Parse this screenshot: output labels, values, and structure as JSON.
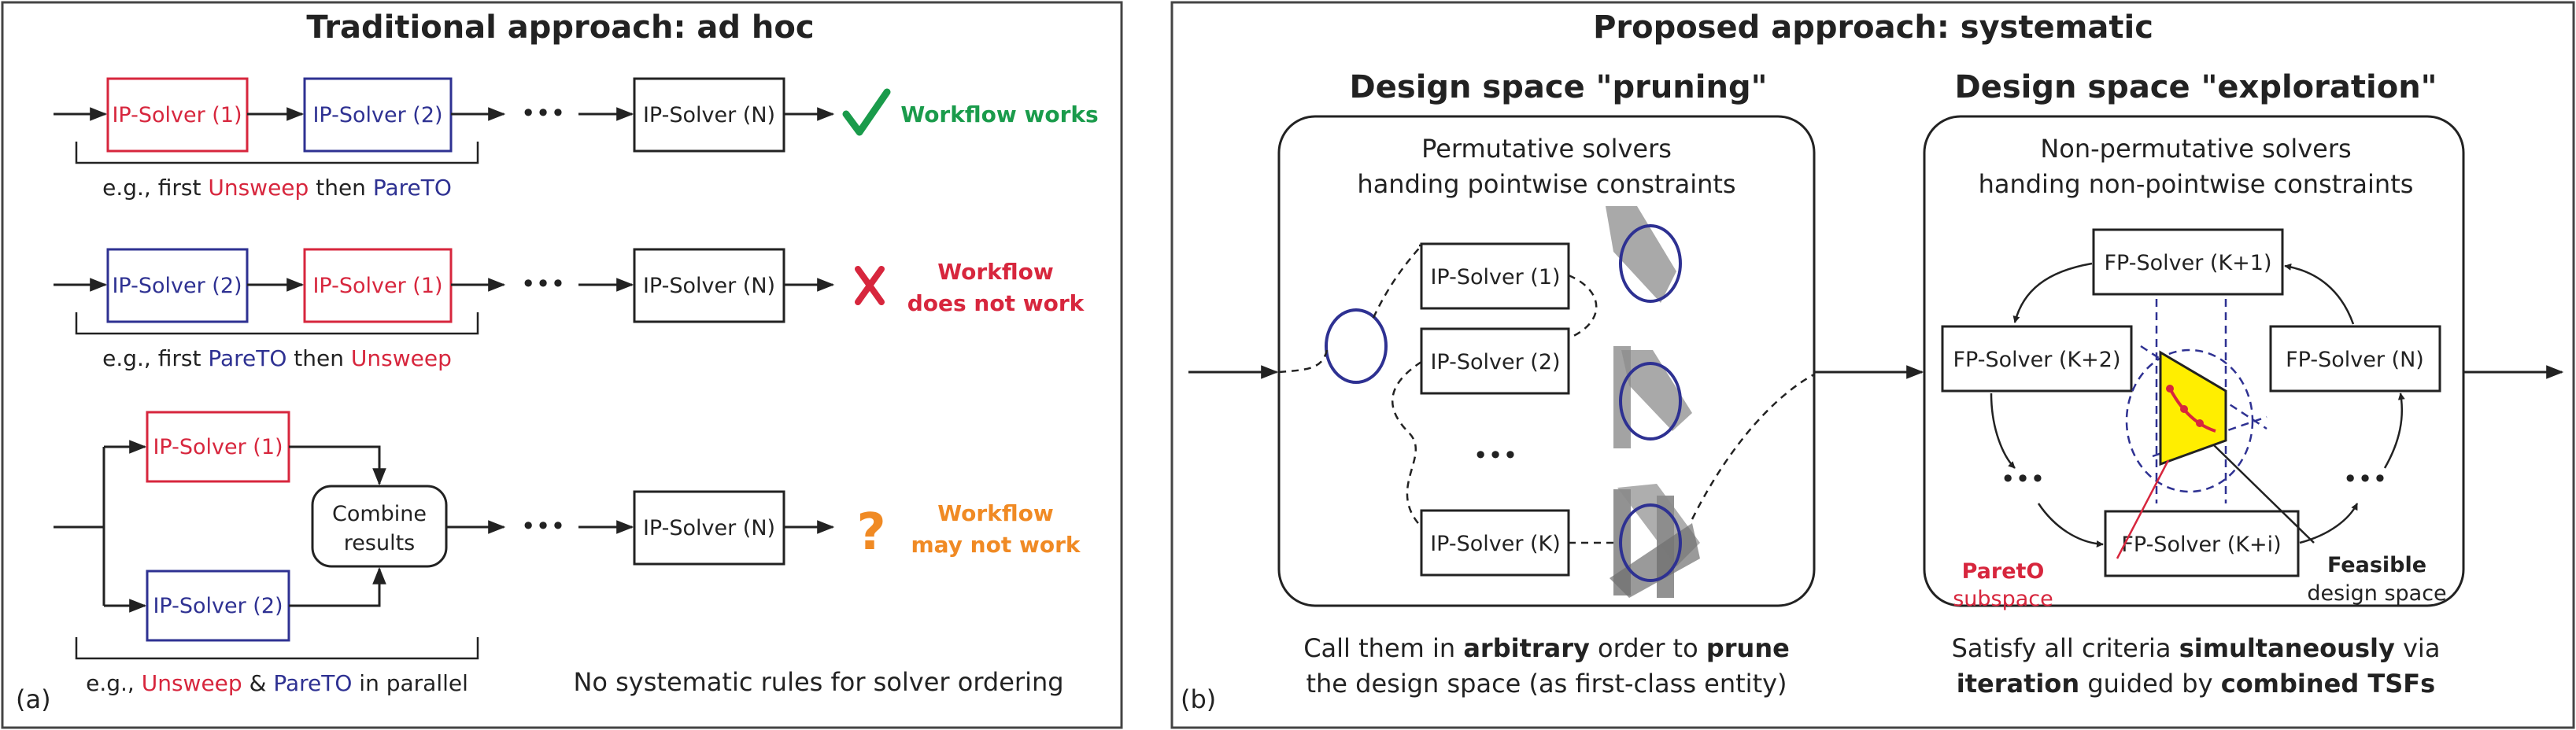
{
  "colors": {
    "red": "#d7263d",
    "blue": "#2e3192",
    "green": "#1a9b4b",
    "orange": "#f08a24",
    "yellow": "#ffee00",
    "gray": "#9a9a9a"
  },
  "left_panel": {
    "title": "Traditional approach: ad hoc",
    "panel_label": "(a)",
    "row1": {
      "box1": "IP-Solver (1)",
      "box2": "IP-Solver (2)",
      "boxN": "IP-Solver (N)",
      "ellipsis": "•••",
      "result": "Workflow works",
      "note_prefix": "e.g., first ",
      "note_a": "Unsweep",
      "note_mid": " then ",
      "note_b": "PareTO"
    },
    "row2": {
      "box1": "IP-Solver (2)",
      "box2": "IP-Solver (1)",
      "boxN": "IP-Solver (N)",
      "ellipsis": "•••",
      "result_line1": "Workflow",
      "result_line2": "does not work",
      "note_prefix": "e.g., first ",
      "note_a": "PareTO",
      "note_mid": " then ",
      "note_b": "Unsweep"
    },
    "row3": {
      "box1": "IP-Solver (1)",
      "box2": "IP-Solver (2)",
      "combine_line1": "Combine",
      "combine_line2": "results",
      "boxN": "IP-Solver (N)",
      "ellipsis": "•••",
      "result_line1": "Workflow",
      "result_line2": "may not work",
      "note_prefix": "e.g., ",
      "note_a": "Unsweep",
      "note_mid": " & ",
      "note_b": "PareTO",
      "note_suffix": " in parallel"
    },
    "footer": "No systematic rules for solver ordering"
  },
  "right_panel": {
    "title": "Proposed approach: systematic",
    "panel_label": "(b)",
    "pruning": {
      "heading": "Design space \"pruning\"",
      "desc_line1": "Permutative solvers",
      "desc_line2": "handing pointwise constraints",
      "solvers": [
        "IP-Solver (1)",
        "IP-Solver (2)",
        "IP-Solver (K)"
      ],
      "ellipsis": "•••",
      "caption_line1_pre": "Call them in ",
      "caption_line1_b1": "arbitrary",
      "caption_line1_mid": " order to ",
      "caption_line1_b2": "prune",
      "caption_line2": "the design space (as first-class entity)"
    },
    "exploration": {
      "heading": "Design space \"exploration\"",
      "desc_line1": "Non-permutative solvers",
      "desc_line2": "handing non-pointwise constraints",
      "solvers": [
        "FP-Solver (K+1)",
        "FP-Solver (K+2)",
        "FP-Solver (N)",
        "FP-Solver (K+i)"
      ],
      "ellipsis": "•••",
      "pareto_line1": "ParetO",
      "pareto_line2": "subspace",
      "feasible_line1": "Feasible",
      "feasible_line2": "design space",
      "caption_line1_pre": "Satisfy all criteria ",
      "caption_line1_b": "simultaneously",
      "caption_line1_post": " via",
      "caption_line2_b1": "iteration",
      "caption_line2_mid": " guided by ",
      "caption_line2_b2": "combined TSFs"
    }
  }
}
